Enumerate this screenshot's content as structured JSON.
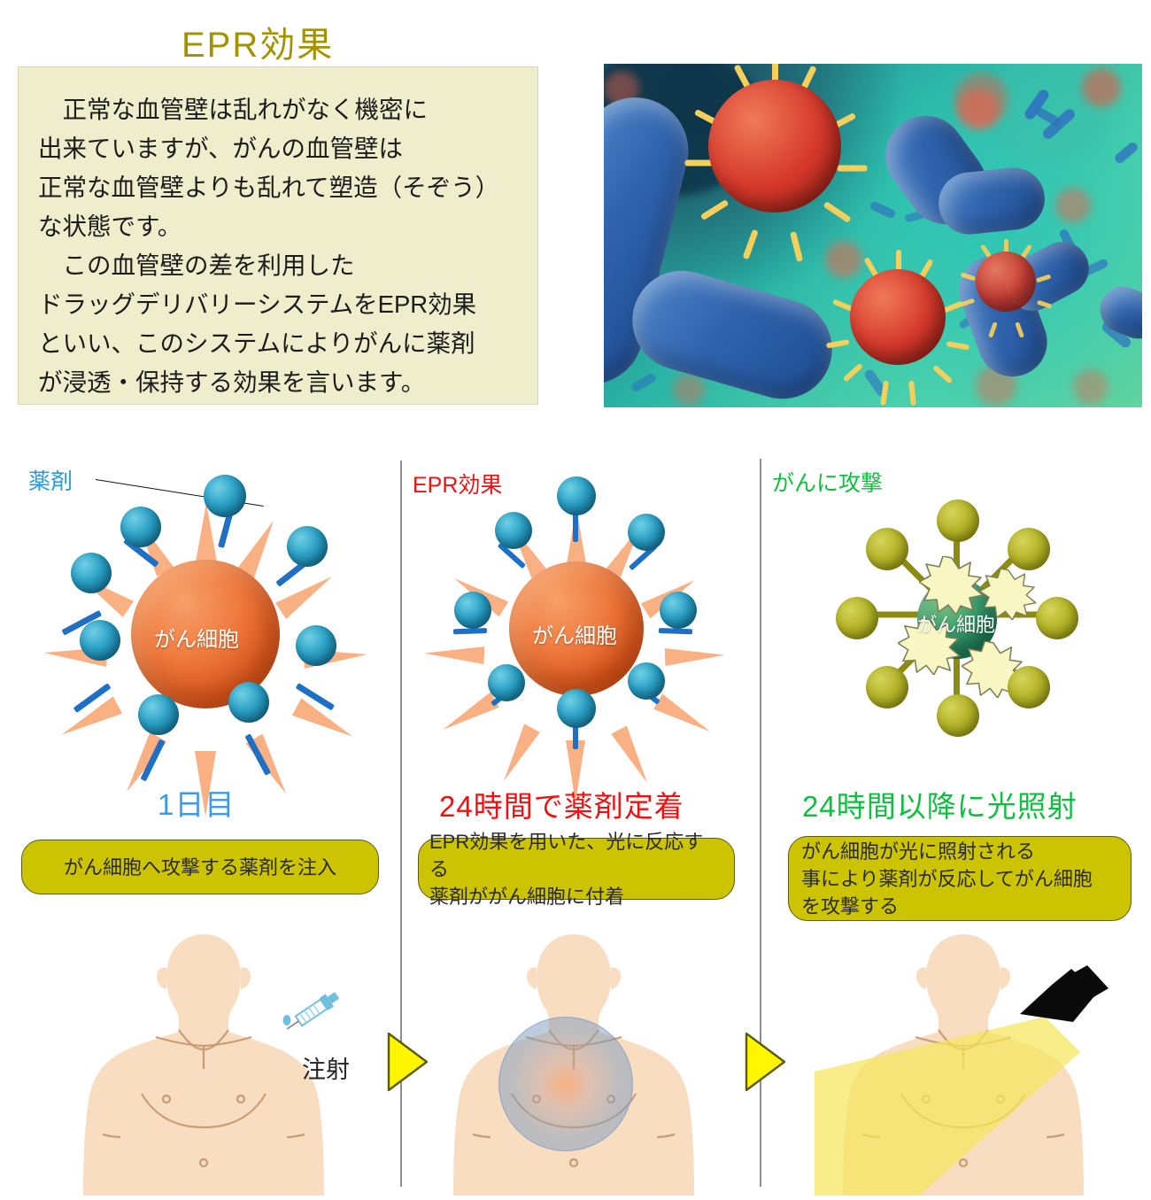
{
  "page": {
    "title": "EPR効果",
    "title_color": "#a39300"
  },
  "description": {
    "text": "　正常な血管壁は乱れがなく機密に\n出来ていますが、がんの血管壁は\n正常な血管壁よりも乱れて塑造（そぞう）\nな状態です。\n　この血管壁の差を利用した\nドラッグデリバリーシステムをEPR効果\nといい、このシステムによりがんに薬剤\nが浸透・保持する効果を言います。",
    "background_color": "#eeeecd"
  },
  "photo": {
    "alt_name": "microbiology-illustration",
    "background_color": "#2ab5a6",
    "bacteria_color": "#2f63ad",
    "virus_color": "#d6392b",
    "spike_color": "#f5cf5b"
  },
  "stages": [
    {
      "tag": "薬剤",
      "tag_color": "#2e9bd6",
      "cell_label": "がん細胞",
      "title": "1日目",
      "title_color": "#3d9ae8",
      "caption": "がん細胞へ攻撃する薬剤を注入",
      "caption_bg": "#ccc400",
      "body_note": "注射"
    },
    {
      "tag": "EPR効果",
      "tag_color": "#f20f0f",
      "cell_label": "がん細胞",
      "title": "24時間で薬剤定着",
      "title_color": "#f20f0f",
      "caption": "EPR効果を用いた、光に反応する\n薬剤ががん細胞に付着",
      "caption_bg": "#ccc400",
      "body_note": ""
    },
    {
      "tag": "がんに攻撃",
      "tag_color": "#0fbf3f",
      "cell_label": "がん細胞",
      "title": "24時間以降に光照射",
      "title_color": "#0fbf3f",
      "caption": "がん細胞が光に照射される\n事により薬剤が反応してがん細胞\nを攻撃する",
      "caption_bg": "#ccc400",
      "body_note": ""
    }
  ],
  "icons": {
    "syringe": "syringe-icon",
    "arrow": "arrow-right-icon",
    "flashlight": "flashlight-icon"
  },
  "colors": {
    "arrow_fill": "#fff600",
    "arrow_stroke": "#5d5a10",
    "divider": "#8d8d8d",
    "drug_ball": "#2a9fc4",
    "cancer_cell": "#ef7b3f",
    "attacked_cell": "#3d9d6d",
    "olive_ball": "#b5b52a",
    "light_beam": "#f5e65c"
  }
}
